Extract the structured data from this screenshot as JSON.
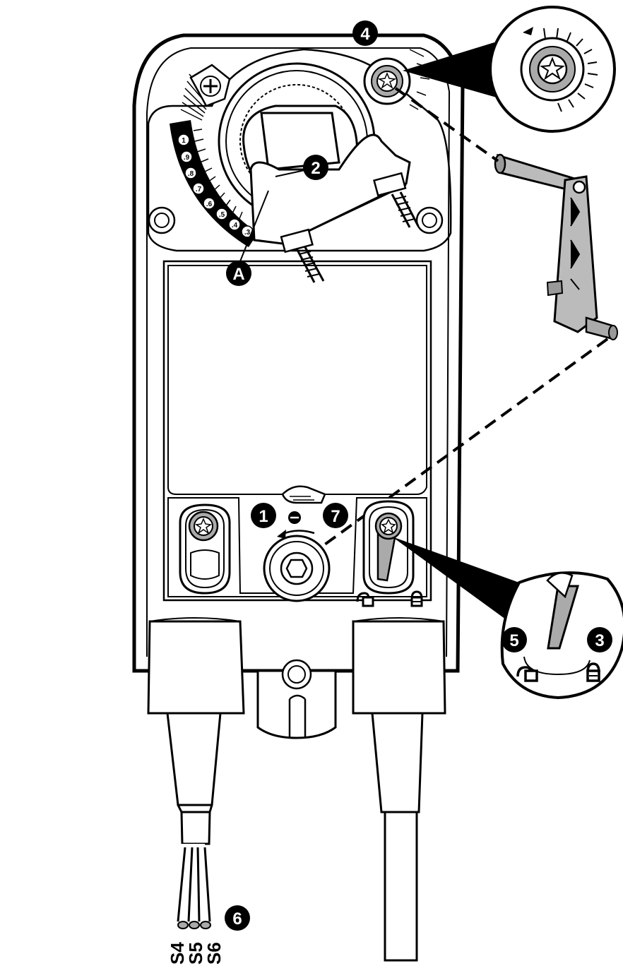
{
  "diagram": {
    "callouts": {
      "c1": "1",
      "c2": "2",
      "c3": "3",
      "c4": "4",
      "c5": "5",
      "c6": "6",
      "c7": "7",
      "cA": "A"
    },
    "scale_labels": [
      "1",
      ".9",
      ".8",
      ".7",
      ".6",
      ".5",
      ".4",
      ".3"
    ],
    "wire_labels": [
      "S4",
      "S5",
      "S6"
    ]
  }
}
